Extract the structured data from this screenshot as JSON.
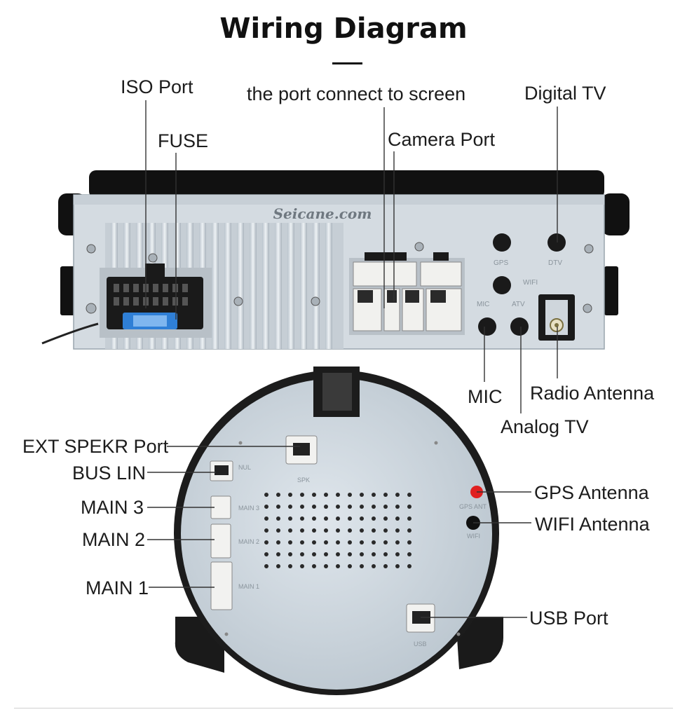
{
  "title": "Wiring Diagram",
  "brand": "Seicane.com",
  "labels": {
    "iso_port": "ISO Port",
    "fuse": "FUSE",
    "screen_port": "the port connect to screen",
    "camera_port": "Camera Port",
    "digital_tv": "Digital TV",
    "mic": "MIC",
    "radio_antenna": "Radio Antenna",
    "analog_tv": "Analog TV",
    "ext_spekr_port": "EXT SPEKR Port",
    "bus_lin": "BUS LIN",
    "main3": "MAIN 3",
    "main2": "MAIN 2",
    "main1": "MAIN 1",
    "gps_antenna": "GPS Antenna",
    "wifi_antenna": "WIFI Antenna",
    "usb_port": "USB Port"
  },
  "unit_markings": {
    "gps": "GPS",
    "dtv": "DTV",
    "wifi": "WIFI",
    "mic": "MIC",
    "atv": "ATV",
    "usb": "USB",
    "gps_ant": "GPS ANT",
    "wifi_small": "WIFI",
    "main1": "MAIN 1",
    "main2": "MAIN 2",
    "main3": "MAIN 3",
    "spk": "SPK",
    "nul": "NUL"
  },
  "colors": {
    "fuse": "#2f7fd6",
    "gps_antenna": "#e02020",
    "chassis": "#d6dde3",
    "round_back": "#cdd6de"
  }
}
